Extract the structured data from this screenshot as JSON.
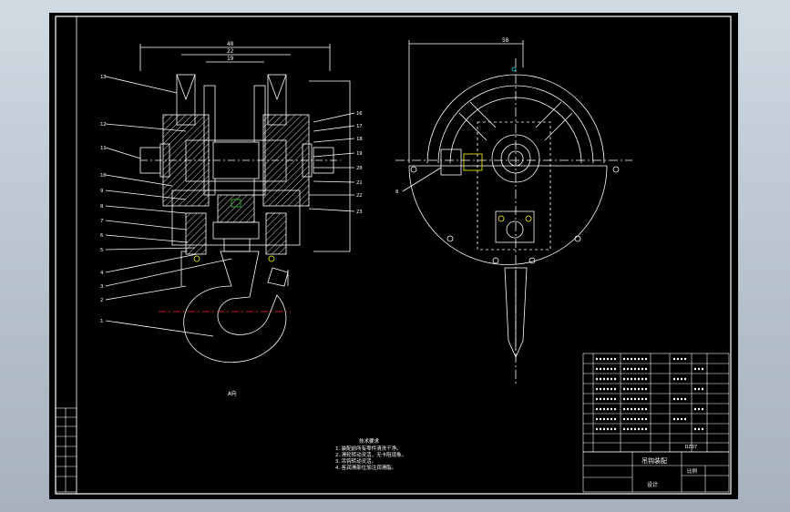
{
  "drawing": {
    "colors": {
      "background": "#000000",
      "lines": "#ffffff",
      "centerline": "#ff2a2a",
      "accent_yellow": "#ffff00",
      "accent_green": "#33cc33",
      "accent_cyan": "#00e5ff",
      "viewport_gradient_top": "#d2dae3",
      "viewport_gradient_bottom": "#a7b2be"
    },
    "dimensions_front": [
      "48",
      "22",
      "19"
    ],
    "dimension_side": "58",
    "leader_numbers_left": [
      "13",
      "12",
      "11",
      "10",
      "9",
      "8",
      "7",
      "6",
      "5",
      "4",
      "3",
      "2",
      "1"
    ],
    "leader_numbers_right": [
      "16",
      "17",
      "18",
      "19",
      "20",
      "21",
      "22",
      "23"
    ],
    "leader_number_side": "8",
    "view_label": "A向",
    "notes_title": "技术要求",
    "notes_lines": [
      "1.装配前所有零件清洗干净。",
      "2.滑轮转动灵活，无卡阻现象。",
      "3.吊钩转动灵活。",
      "4.各润滑部位加注润滑脂。"
    ],
    "title_block": {
      "drawing_name": "吊钩装配",
      "label_left": "设计",
      "label_right": "比例",
      "code": "DZ07"
    }
  }
}
